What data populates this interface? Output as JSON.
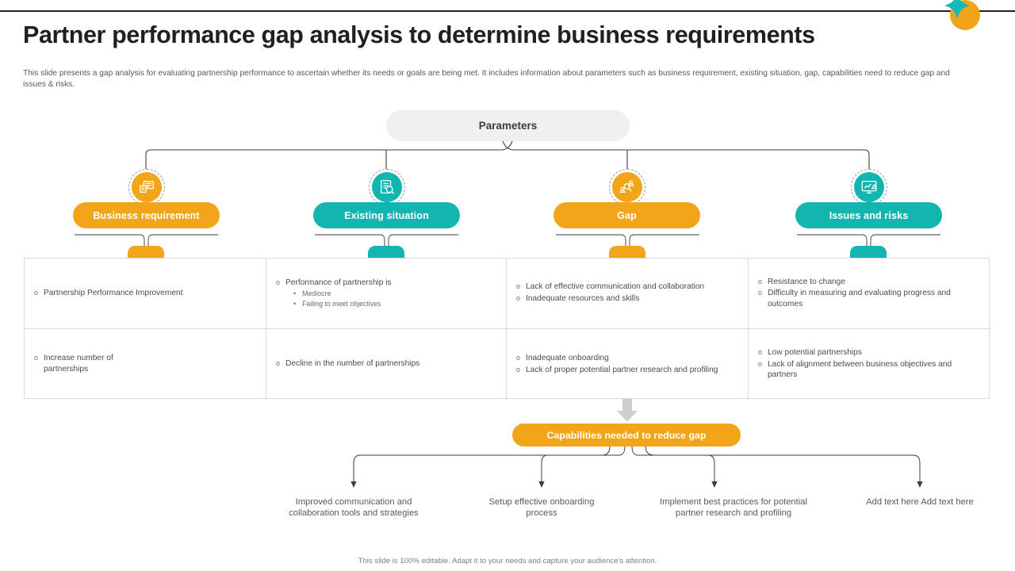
{
  "header": {
    "title": "Partner performance gap analysis to determine business requirements",
    "subtitle": "This slide presents a gap analysis for evaluating partnership performance to ascertain whether its needs or goals are being met. It includes information about parameters such as business requirement, existing situation, gap, capabilities need to reduce gap and issues & risks.",
    "logo_icon": "orange-circle-teal-sparkle-logo"
  },
  "root": {
    "label": "Parameters"
  },
  "colors": {
    "orange": "#F3A51A",
    "teal": "#13B5B1",
    "root_bg": "#F0F0F0",
    "text_dark": "#231F20",
    "text_body": "#58595B",
    "grid_border": "#D9D9D9",
    "arrow_gray": "#CCCCCC"
  },
  "categories": [
    {
      "label": "Business requirement",
      "color": "orange",
      "icon": "requirement-document-icon"
    },
    {
      "label": "Existing situation",
      "color": "teal",
      "icon": "document-search-icon"
    },
    {
      "label": "Gap",
      "color": "orange",
      "icon": "people-search-icon"
    },
    {
      "label": "Issues and risks",
      "color": "teal",
      "icon": "monitor-warning-chart-icon"
    }
  ],
  "grid": {
    "rows": [
      {
        "cells": [
          {
            "bullets": [
              {
                "text": "Partnership Performance Improvement",
                "subs": []
              }
            ]
          },
          {
            "bullets": [
              {
                "text": "Performance of partnership is",
                "subs": [
                  "Mediocre",
                  "Failing to meet objectives"
                ]
              }
            ]
          },
          {
            "bullets": [
              {
                "text": "Lack of effective communication and collaboration",
                "subs": []
              },
              {
                "text": "Inadequate resources and skills",
                "subs": []
              }
            ]
          },
          {
            "bullets": [
              {
                "text": "Resistance to change",
                "subs": []
              },
              {
                "text": "Difficulty in measuring and evaluating progress and outcomes",
                "subs": []
              }
            ]
          }
        ]
      },
      {
        "cells": [
          {
            "bullets": [
              {
                "text": "Increase number of partnerships",
                "subs": []
              }
            ]
          },
          {
            "bullets": [
              {
                "text": "Decline in the number of partnerships",
                "subs": []
              }
            ]
          },
          {
            "bullets": [
              {
                "text": "Inadequate onboarding",
                "subs": []
              },
              {
                "text": "Lack of proper potential partner research and profiling",
                "subs": []
              }
            ]
          },
          {
            "bullets": [
              {
                "text": "Low potential partnerships",
                "subs": []
              },
              {
                "text": "Lack of alignment between business objectives and partners",
                "subs": []
              }
            ]
          }
        ]
      }
    ]
  },
  "capabilities": {
    "label": "Capabilities needed to reduce gap",
    "leaves": [
      "Improved communication and collaboration tools and strategies",
      "Setup effective onboarding process",
      "Implement best practices for potential partner research and profiling",
      "Add text here Add text here"
    ]
  },
  "footer": {
    "note": "This slide is 100% editable. Adapt it to your needs and capture your audience's attention."
  }
}
